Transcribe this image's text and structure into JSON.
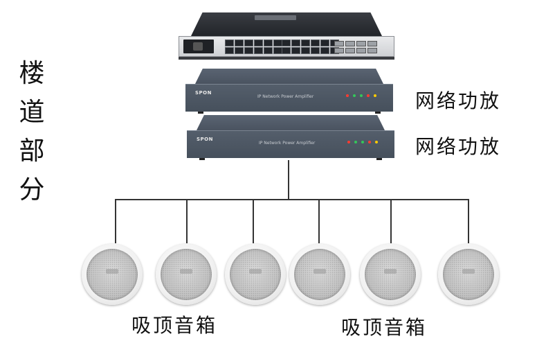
{
  "side_label": [
    "楼",
    "道",
    "部",
    "分"
  ],
  "amplifiers": [
    {
      "label": "网络功放",
      "brand": "SPON",
      "model": "IP Network Power Amplifier"
    },
    {
      "label": "网络功放",
      "brand": "SPON",
      "model": "IP Network Power Amplifier"
    }
  ],
  "speaker_labels": [
    "吸顶音箱",
    "吸顶音箱"
  ],
  "led_colors": [
    "#ff3b30",
    "#34c759",
    "#34c759",
    "#ff3b30",
    "#ffcc00"
  ],
  "icons": {
    "switch": "network-switch-icon",
    "amplifier": "power-amplifier-icon",
    "speaker": "ceiling-speaker-icon"
  }
}
